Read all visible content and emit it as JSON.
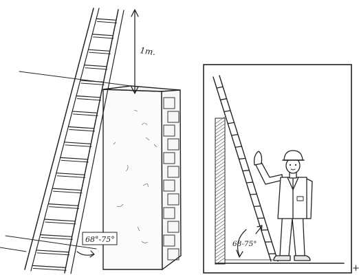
{
  "left_drawing": {
    "height_label": "1m.",
    "angle_label": "68°-75°",
    "rung_count": 17
  },
  "right_drawing": {
    "angle_label": "68-75°",
    "rung_count": 15,
    "corner_mark": "+"
  }
}
